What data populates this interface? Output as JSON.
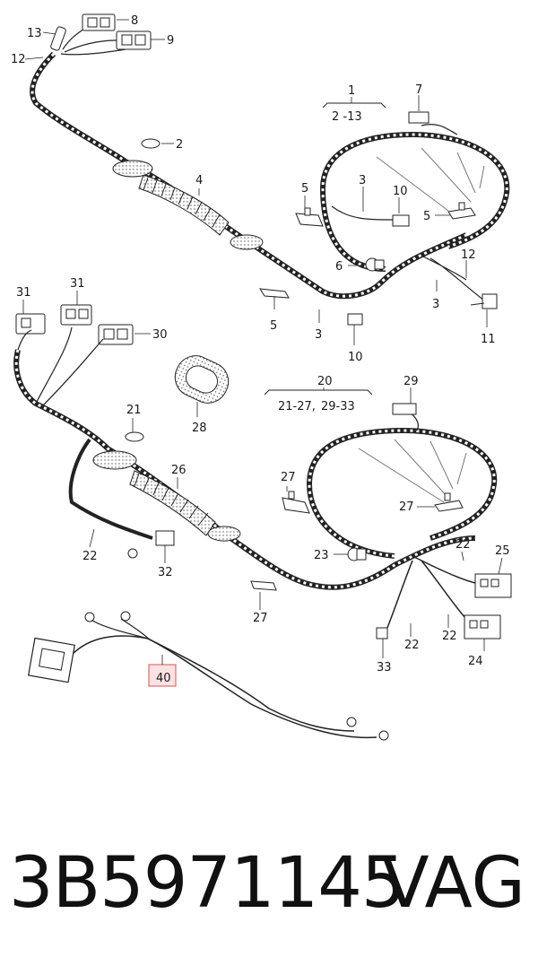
{
  "labels": {
    "l1": "1",
    "l2": "2",
    "l2_13": "2 -13",
    "l3a": "3",
    "l3b": "3",
    "l3c": "3",
    "l4": "4",
    "l5a": "5",
    "l5b": "5",
    "l5c": "5",
    "l6": "6",
    "l7": "7",
    "l8": "8",
    "l9": "9",
    "l10a": "10",
    "l10b": "10",
    "l11": "11",
    "l12a": "12",
    "l12b": "12",
    "l13": "13",
    "l20": "20",
    "l21_27": "21-27,",
    "l29_33": "29-33",
    "l21": "21",
    "l22a": "22",
    "l22b": "22",
    "l22c": "22",
    "l22d": "22",
    "l23": "23",
    "l24": "24",
    "l25": "25",
    "l26": "26",
    "l27a": "27",
    "l27b": "27",
    "l27c": "27",
    "l28": "28",
    "l29": "29",
    "l30": "30",
    "l31a": "31",
    "l31b": "31",
    "l32": "32",
    "l33": "33",
    "l40": "40"
  },
  "footer": {
    "part_number": "3B5971145",
    "brand": "VAG"
  },
  "colors": {
    "line": "#222222",
    "highlight_border": "#d9534f",
    "highlight_fill": "#fbe3e3"
  }
}
